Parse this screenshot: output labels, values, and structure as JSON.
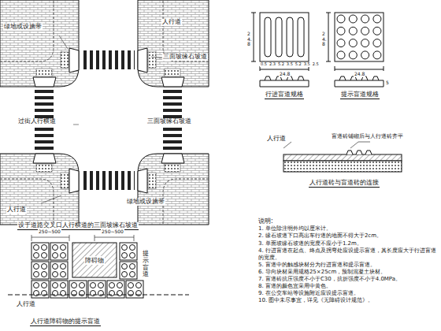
{
  "diagram": {
    "nodes": [
      {
        "text": [
          "障碍物"
        ]
      }
    ],
    "labels": [
      "绿地或设施带",
      "人行道",
      "三面坡缘石坡道",
      "过街人行横道",
      "三面坡缘石坡道",
      "人行道",
      "绿地或设施带",
      "设于道路交叉口人行横道的三面坡缘石坡道",
      "24.8",
      "24.8",
      "0.5",
      "2.3",
      "5.2",
      "3.5",
      "5.2",
      "3.5",
      "2.5",
      "24.8",
      "24.8",
      "5",
      "行进盲道规格",
      "提示盲道规格",
      "盲道砖铺砌后与人行道砖齐平",
      "人行道",
      "人行道砖与盲道砖的连接",
      "250~500",
      "250~500",
      "人行道",
      "提示盲道",
      "人行道障碍物的提示盲道",
      "说明:",
      "1. 单位除注明外均以厘米计。",
      "2. 缘石坡道下口高出车行道的地面不得大于2cm。",
      "3. 单面坡缘石坡道的宽度不应小于1.2m。",
      "4. 行进盲道在起点、终点及拐弯处应设提示盲道，其长度应大于行进盲道的宽度。",
      "5. 盲道中的触感块材分为行进盲道和提示盲道。",
      "6. 导向块材采用规格25×25cm，预制混凝土块材。",
      "7. 盲道砖抗压强度不小于C30，抗折强度不小于4.0MPa。",
      "8. 盲道的颜色宜采用中黄色。",
      "9. 在公交车站等设施附近应设提示盲道。",
      "10. 图中未尽事宜，详见《无障碍设计规范》。"
    ]
  }
}
